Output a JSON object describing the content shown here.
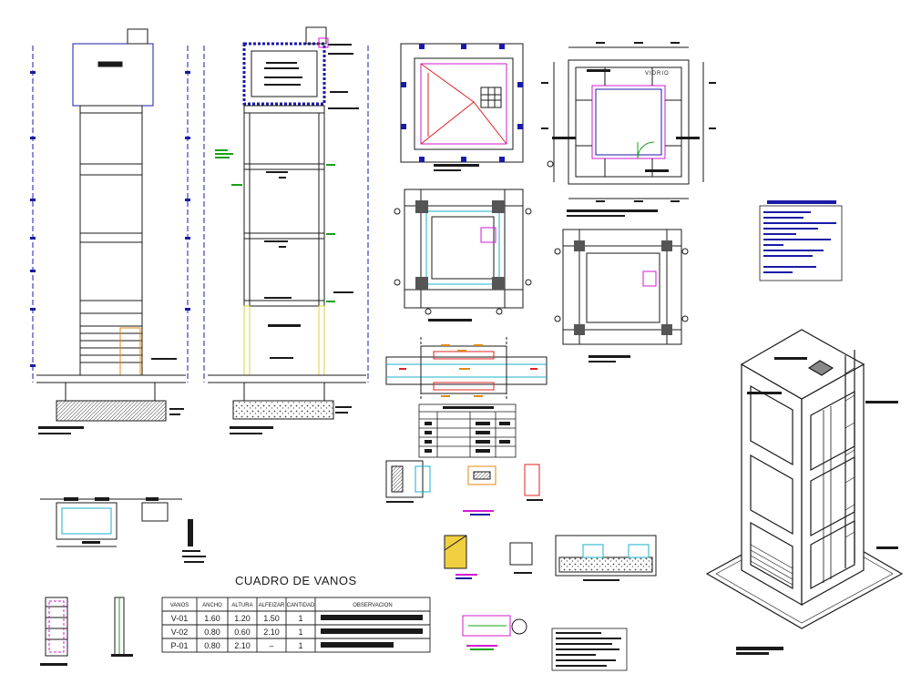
{
  "labels": {
    "vidrio": "VIDRIO",
    "cuadro_title": "CUADRO DE VANOS"
  },
  "cuadro": {
    "headers": [
      "VANOS",
      "ANCHO",
      "ALTURA",
      "ALFEIZAR",
      "CANTIDAD",
      "OBSERVACION"
    ],
    "rows": [
      [
        "V-01",
        "1.60",
        "1.20",
        "1.50",
        "1",
        ""
      ],
      [
        "V-02",
        "0.80",
        "0.60",
        "2.10",
        "1",
        ""
      ],
      [
        "P-01",
        "0.80",
        "2.10",
        "–",
        "1",
        ""
      ]
    ]
  },
  "colors": {
    "line": "#1a1a1a",
    "blue": "#1a1aa8",
    "magenta": "#d21ad2",
    "red": "#e02020",
    "green": "#18a018",
    "cyan": "#18b0c8",
    "orange": "#e08a10",
    "yellow": "#d8d040"
  }
}
